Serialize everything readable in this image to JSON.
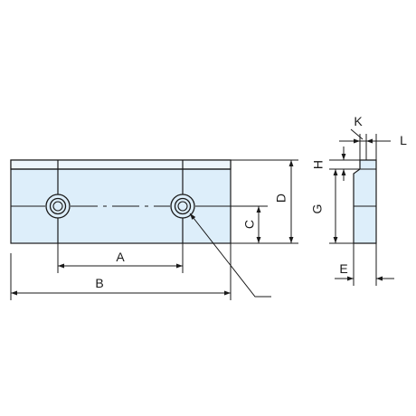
{
  "drawing": {
    "labels": {
      "A": "A",
      "B": "B",
      "C": "C",
      "D": "D",
      "E": "E",
      "G": "G",
      "H": "H",
      "K": "K",
      "L": "L"
    },
    "colors": {
      "part_fill": "#ddeefa",
      "part_top_fill": "#eef6fc",
      "line": "#1a1a1a",
      "background": "#ffffff"
    }
  }
}
